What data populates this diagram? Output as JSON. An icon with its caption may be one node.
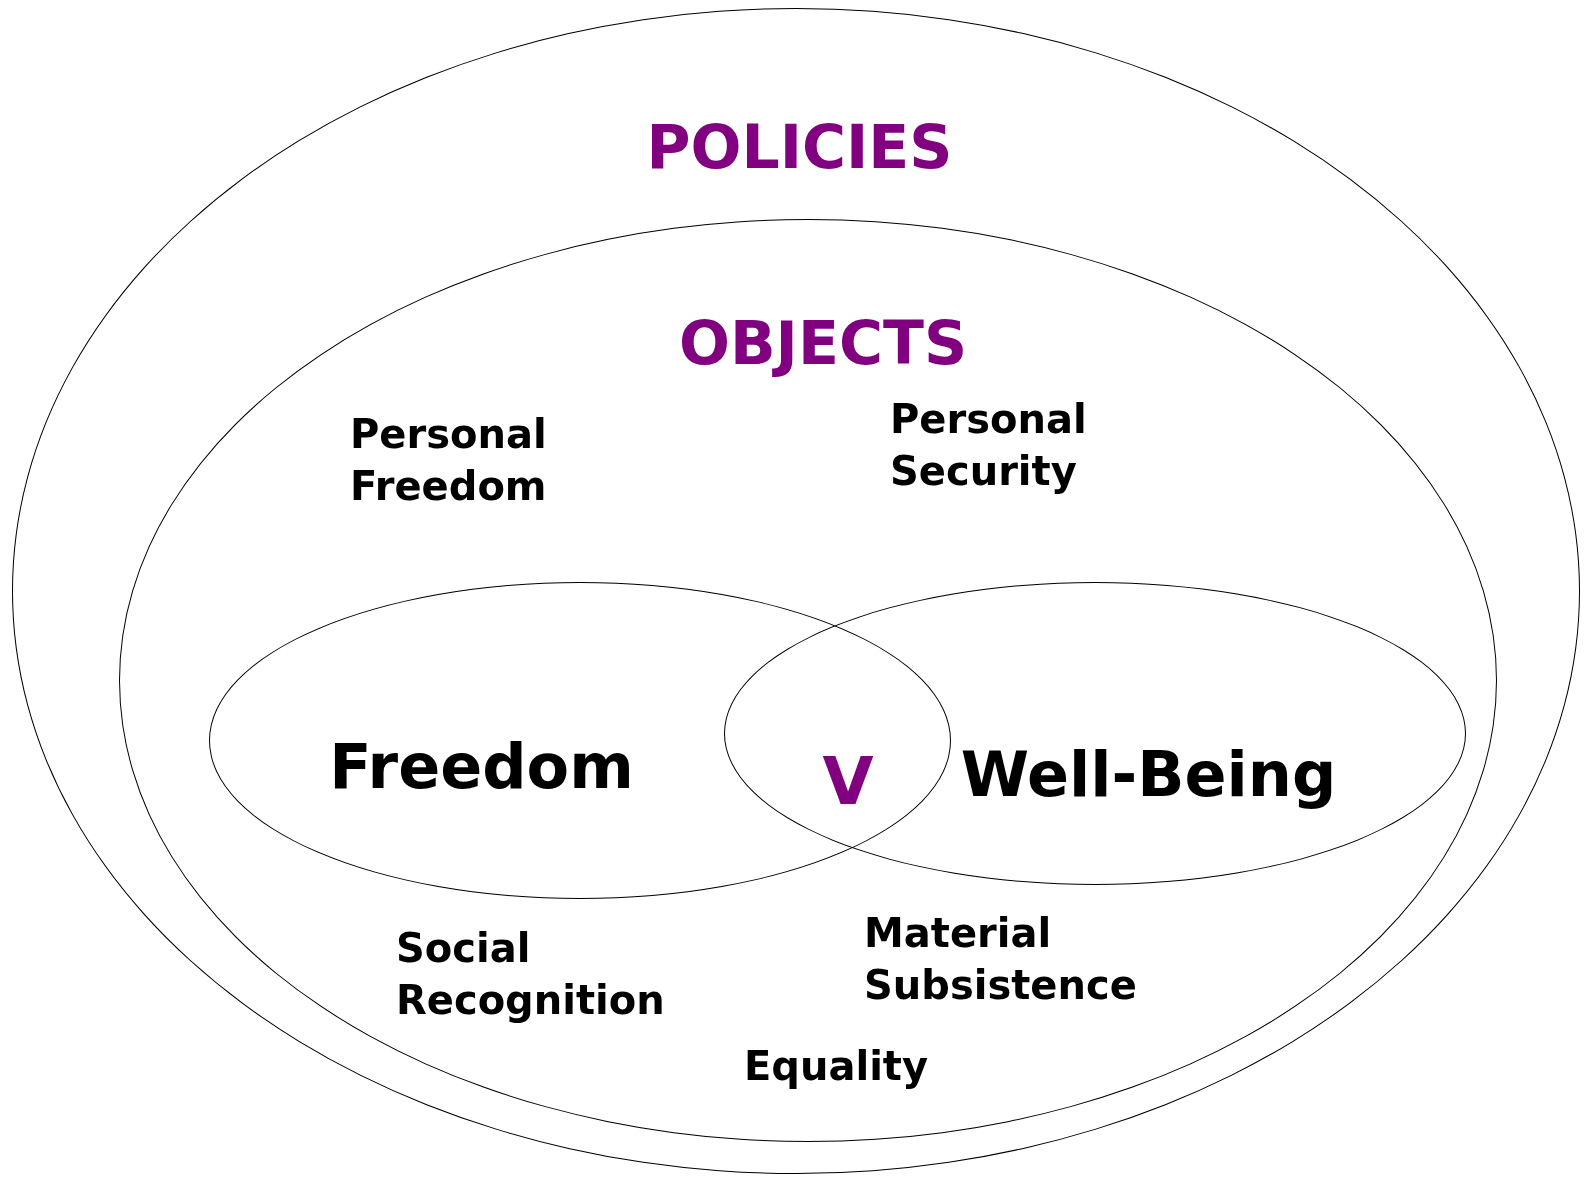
{
  "diagram": {
    "nodes": [
      {
        "text": [
          "POLICIES"
        ]
      },
      {
        "text": [
          "OBJECTS"
        ],
        "in": 0
      },
      {
        "text": [
          "Freedom"
        ],
        "in": 1
      },
      {
        "text": [
          "Well-Being"
        ],
        "in": 1
      }
    ],
    "edges": [],
    "labels": [
      "Personal Freedom",
      "Personal Security",
      "V",
      "Social Recognition",
      "Material Subsistence",
      "Equality"
    ]
  }
}
